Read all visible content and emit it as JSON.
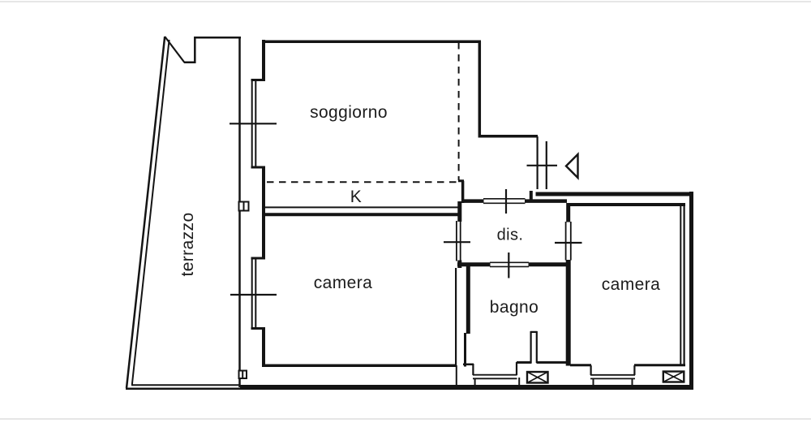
{
  "floorplan": {
    "labels": {
      "terrazzo": "terrazzo",
      "soggiorno": "soggiorno",
      "kitchen": "K",
      "camera_left": "camera",
      "dis": "dis.",
      "bagno": "bagno",
      "camera_right": "camera"
    },
    "colors": {
      "line": "#141414",
      "background": "#ffffff",
      "edge_line": "#d7d7d7"
    },
    "symbols": {
      "entrance_arrow": "left-pointing-triangle",
      "shaft": "crossed-box",
      "window": "double-line-with-tick",
      "door": "double-line-with-tick"
    }
  }
}
